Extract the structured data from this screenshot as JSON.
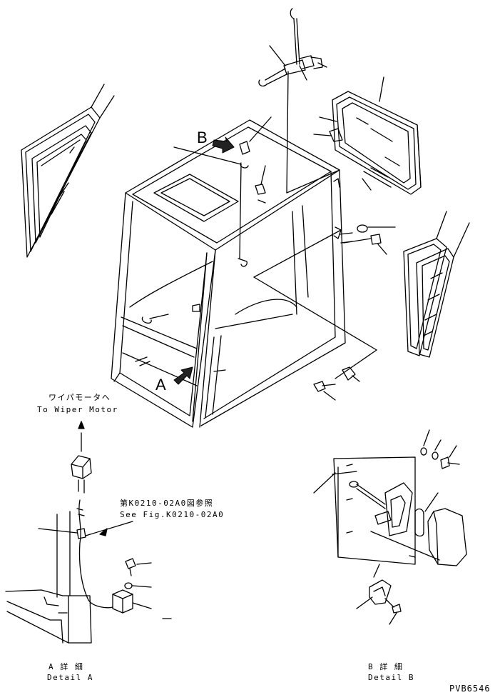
{
  "labels": {
    "view_b": "B",
    "view_a": "A",
    "to_wiper_jp": "ワイパモータへ",
    "to_wiper_en": "To Wiper Motor",
    "see_fig_jp": "第K0210-02A0図参照",
    "see_fig_en": "See Fig.K0210-02A0",
    "detail_a_jp": "A 詳 細",
    "detail_a_en": "Detail A",
    "detail_b_jp": "B 詳 細",
    "detail_b_en": "Detail B",
    "drawing_number": "PVB6546"
  },
  "colors": {
    "ink": "#000000",
    "paper": "#ffffff"
  }
}
